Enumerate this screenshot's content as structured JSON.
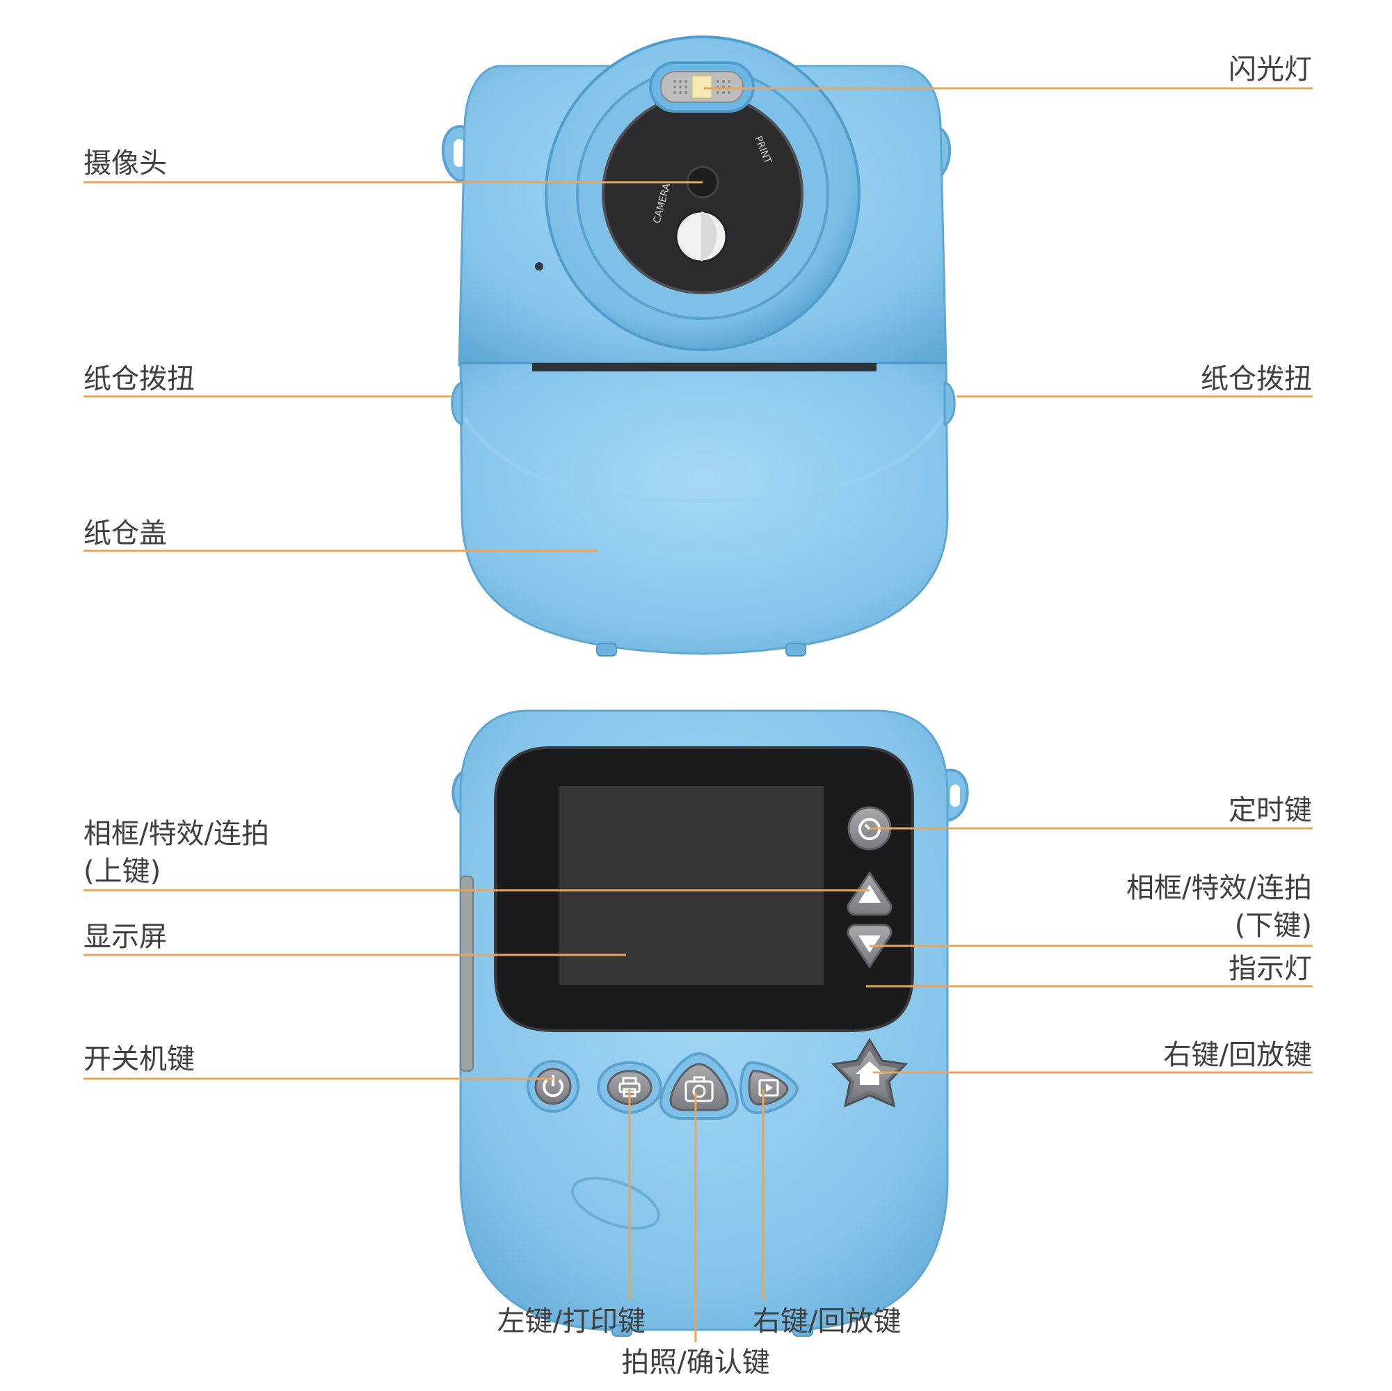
{
  "colors": {
    "leader": "#e8a55b",
    "label_text": "#3f3f3f",
    "body_blue": "#86c6ec",
    "body_light": "#a9d8f4",
    "body_dark": "#5aaad8",
    "lens_black": "#2c2c2e",
    "screen_black": "#1b1b1d",
    "screen_grey": "#363636",
    "button_grey": "#8e8f94"
  },
  "labels": {
    "flash": "闪光灯",
    "camera": "摄像头",
    "paper_knob_left": "纸仓拨扭",
    "paper_knob_right": "纸仓拨扭",
    "paper_cover": "纸仓盖",
    "lens_text_camera": "CAMERA",
    "lens_text_print": "PRINT",
    "timer_key": "定时键",
    "frame_up_line1": "相框/特效/连拍",
    "frame_up_line2": "(上键)",
    "frame_down_line1": "相框/特效/连拍",
    "frame_down_line2": "(下键)",
    "display": "显示屏",
    "indicator": "指示灯",
    "power_key": "开关机键",
    "right_playback_side": "右键/回放键",
    "left_print_key": "左键/打印键",
    "right_playback_key": "右键/回放键",
    "shutter_confirm_key": "拍照/确认键"
  },
  "icons": {
    "timer": "timer-icon",
    "up": "triangle-up-icon",
    "down": "triangle-down-icon",
    "power": "power-icon",
    "print": "printer-icon",
    "shutter": "camera-icon",
    "play": "play-icon",
    "home": "home-icon"
  }
}
